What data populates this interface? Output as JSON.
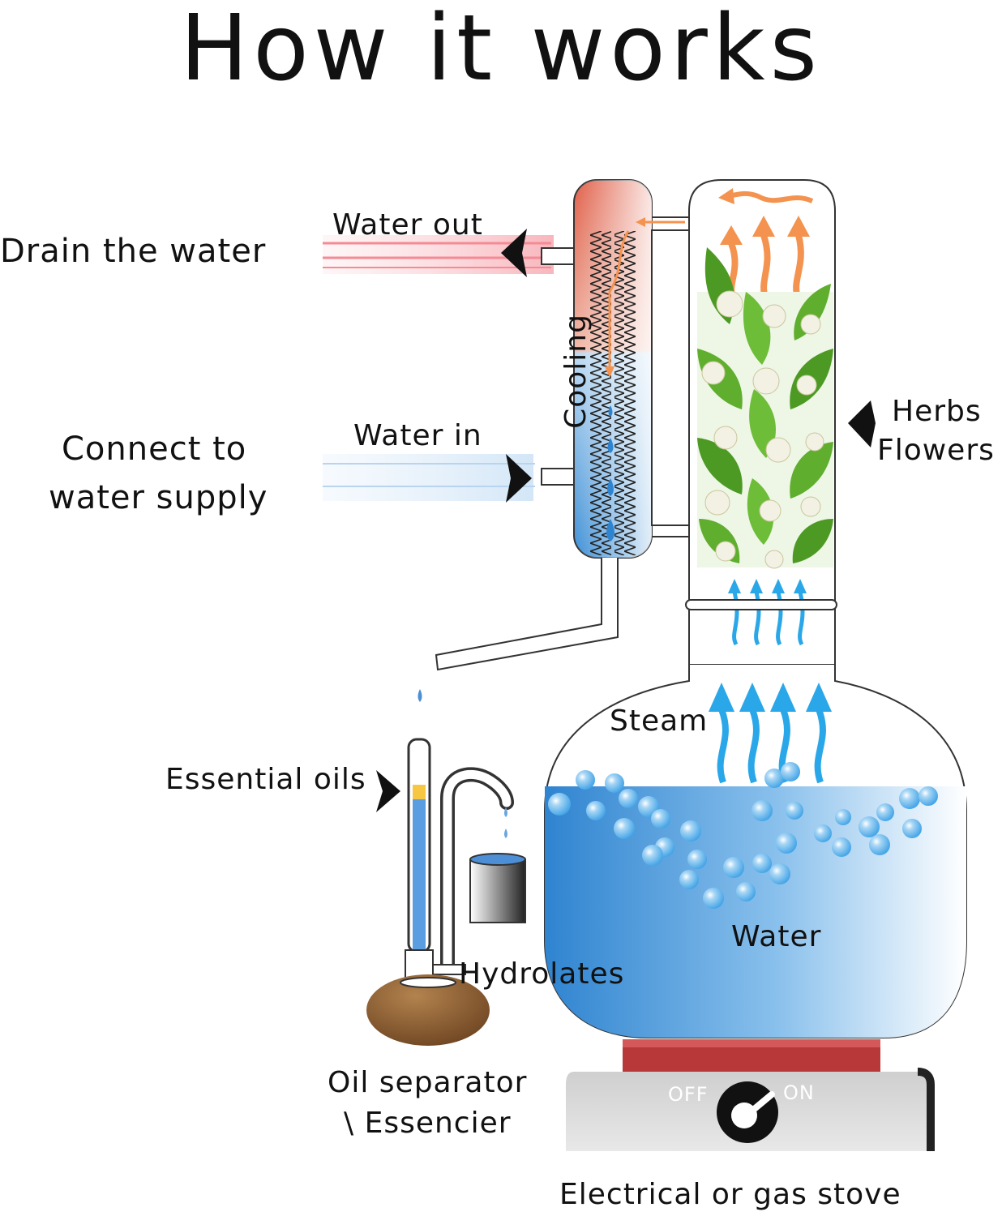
{
  "title": "How it works",
  "labels": {
    "drain": "Drain the water",
    "water_out": "Water out",
    "connect_line1": "Connect to",
    "connect_line2": "water supply",
    "water_in": "Water in",
    "cooling": "Cooling",
    "herbs": "Herbs",
    "flowers": "Flowers",
    "steam": "Steam",
    "essential_oils": "Essential oils",
    "water": "Water",
    "hydrolates": "Hydrolates",
    "separator_line1": "Oil separator",
    "separator_line2": "\\ Essencier",
    "stove_off": "OFF",
    "stove_on": "ON",
    "stove": "Electrical or gas stove"
  },
  "colors": {
    "hot_water": "#e0604a",
    "cold_water": "#3d8fd6",
    "steam": "#2aa7e8",
    "vapor": "#f4934f",
    "leaf": "#5fae2e",
    "heater": "#b8383a",
    "stove_body": "#d6d6d6",
    "separator_base": "#8a5a2e"
  }
}
